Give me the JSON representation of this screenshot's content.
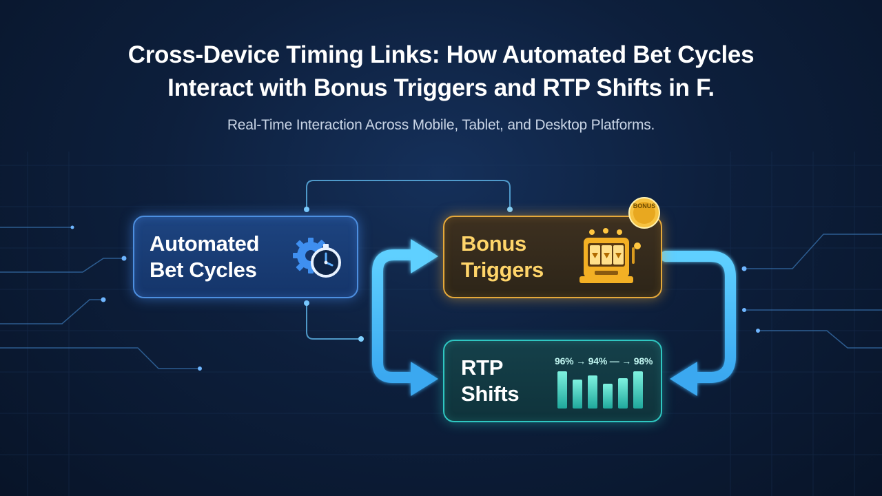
{
  "header": {
    "title_line1": "Cross-Device Timing Links: How Automated Bet Cycles",
    "title_line2": "Interact with Bonus Triggers and RTP Shifts in F.",
    "subtitle": "Real-Time Interaction Across Mobile, Tablet, and Desktop Platforms."
  },
  "nodes": {
    "automated": {
      "line1": "Automated",
      "line2": "Bet Cycles",
      "icon": "gear-stopwatch-icon",
      "color": "#4d8fe0"
    },
    "bonus": {
      "line1": "Bonus",
      "line2": "Triggers",
      "icon": "slot-machine-icon",
      "badge": "BONUS",
      "color": "#e6a93a"
    },
    "rtp": {
      "line1": "RTP",
      "line2": "Shifts",
      "icon": "bar-chart-icon",
      "color": "#2fc7c2",
      "values": [
        "96%",
        "94%",
        "98%"
      ],
      "arrow": "→"
    }
  },
  "colors": {
    "background": "#0d1f3c",
    "arrow": "#4fc3f7",
    "connector": "#5aaee0"
  }
}
